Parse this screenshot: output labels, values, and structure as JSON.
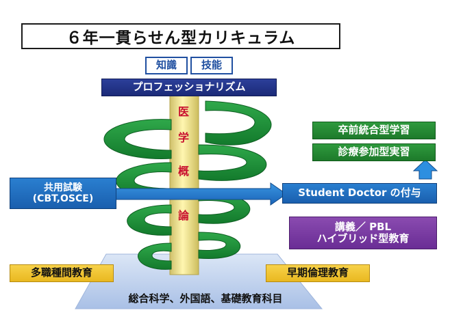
{
  "diagram": {
    "title": "６年一貫らせん型カリキュラム",
    "knowledge_label": "知識",
    "skill_label": "技能",
    "professionalism_label": "プロフェッショナリズム",
    "pillar_chars": [
      "医",
      "学",
      "概",
      "論"
    ],
    "common_exam_line1": "共用試験",
    "common_exam_line2": "(CBT,OSCE)",
    "student_doctor_label": "Student Doctor の付与",
    "graduation_label": "卒前統合型学習",
    "clinical_label": "診療参加型実習",
    "lecture_line1": "講義／ PBL",
    "lecture_line2": "ハイブリッド型教育",
    "multi_profession_label": "多職種間教育",
    "early_ethics_label": "早期倫理教育",
    "foundation_label": "総合科学、外国語、基礎教育科目"
  }
}
